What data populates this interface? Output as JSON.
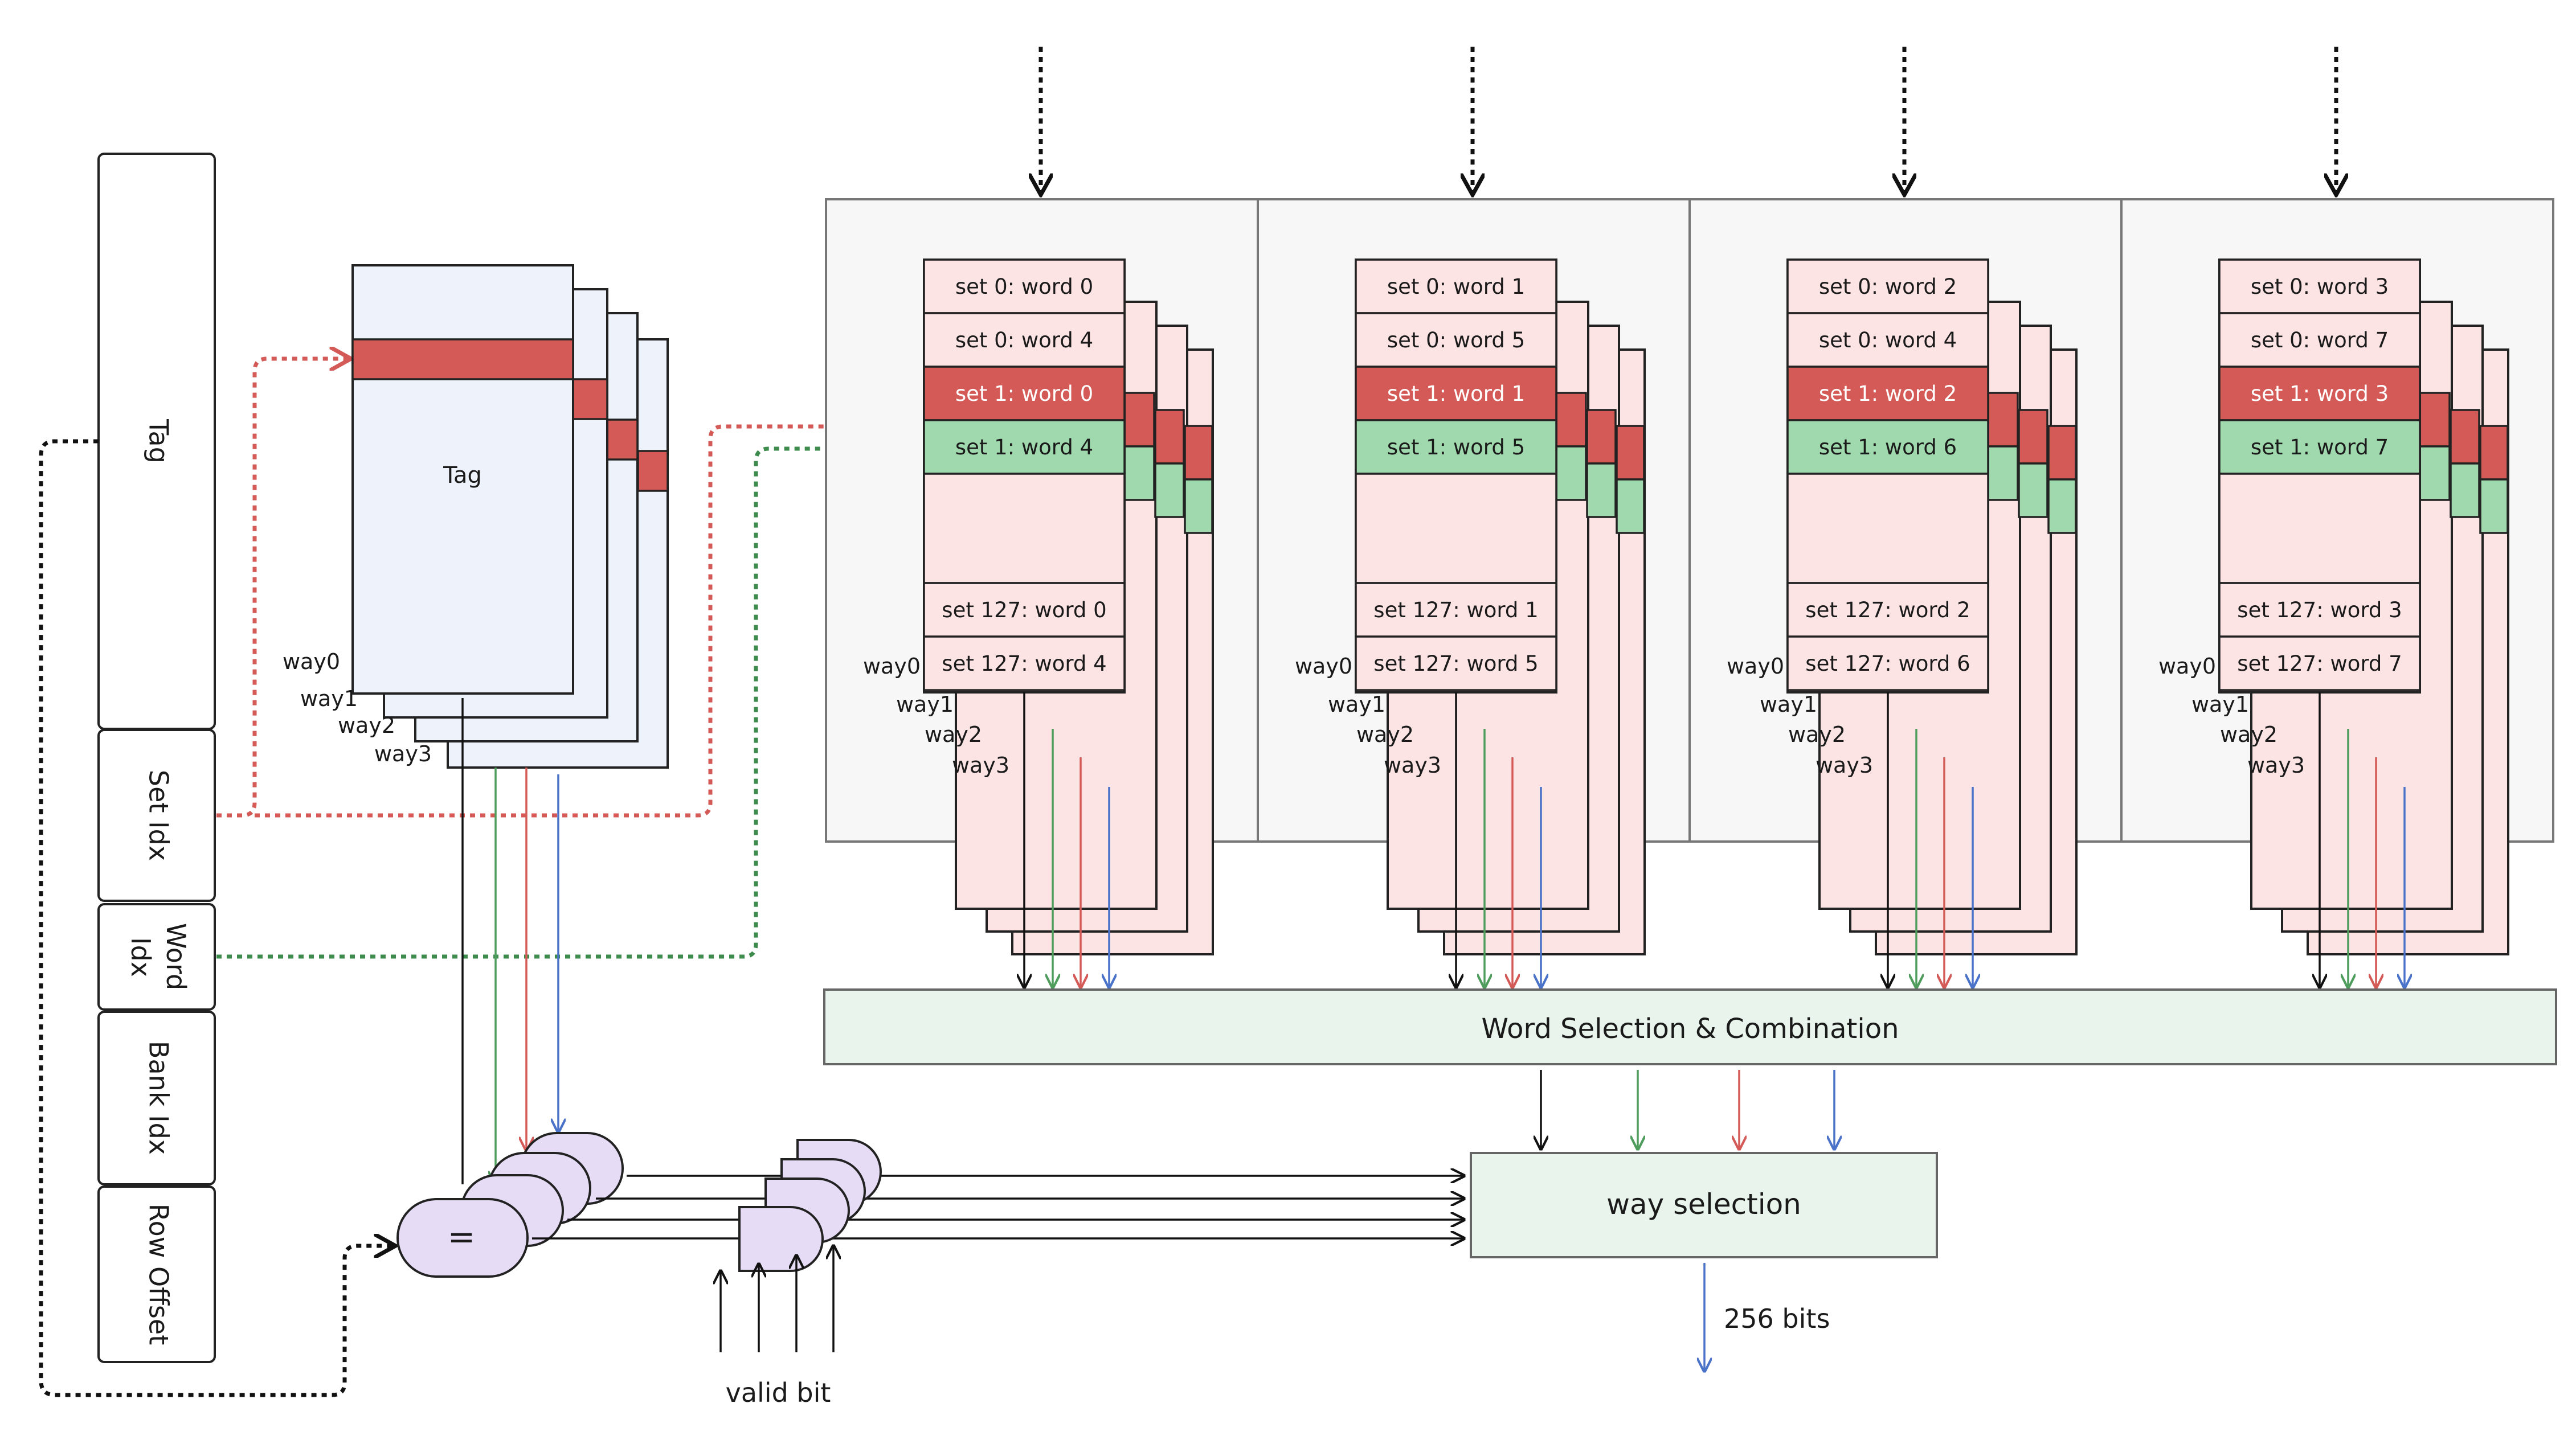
{
  "address": {
    "fields": [
      "Tag",
      "Set Idx",
      "Word Idx",
      "Bank Idx",
      "Row Offset"
    ]
  },
  "tag_array": {
    "label": "Tag",
    "ways": [
      "way0",
      "way1",
      "way2",
      "way3"
    ]
  },
  "banks": [
    {
      "cells": [
        "set 0: word 0",
        "set 0: word 4",
        "set 1: word 0",
        "set 1: word 4",
        "set 127: word 0",
        "set 127: word 4"
      ],
      "ways": [
        "way0",
        "way1",
        "way2",
        "way3"
      ]
    },
    {
      "cells": [
        "set 0: word 1",
        "set 0: word 5",
        "set 1: word 1",
        "set 1: word 5",
        "set 127: word 1",
        "set 127: word 5"
      ],
      "ways": [
        "way0",
        "way1",
        "way2",
        "way3"
      ]
    },
    {
      "cells": [
        "set 0: word 2",
        "set 0: word 4",
        "set 1: word 2",
        "set 1: word 6",
        "set 127: word 2",
        "set 127: word 6"
      ],
      "ways": [
        "way0",
        "way1",
        "way2",
        "way3"
      ]
    },
    {
      "cells": [
        "set 0: word 3",
        "set 0: word 7",
        "set 1: word 3",
        "set 1: word 7",
        "set 127: word 3",
        "set 127:  word 7"
      ],
      "ways": [
        "way0",
        "way1",
        "way2",
        "way3"
      ]
    }
  ],
  "word_selection": {
    "label": "Word Selection & Combination"
  },
  "way_selection": {
    "label": "way selection"
  },
  "comparator": {
    "symbol": "="
  },
  "valid_bit": {
    "label": "valid bit"
  },
  "output": {
    "label": "256 bits"
  },
  "colors": {
    "hit_row": "#d45a57",
    "word_row": "#9fd9ad",
    "tag_fill": "#eef3fb",
    "data_fill": "#fde4e4",
    "way0": "#111111",
    "way1": "#4f9d5d",
    "way2": "#d45a57",
    "way3": "#4a72c9"
  }
}
